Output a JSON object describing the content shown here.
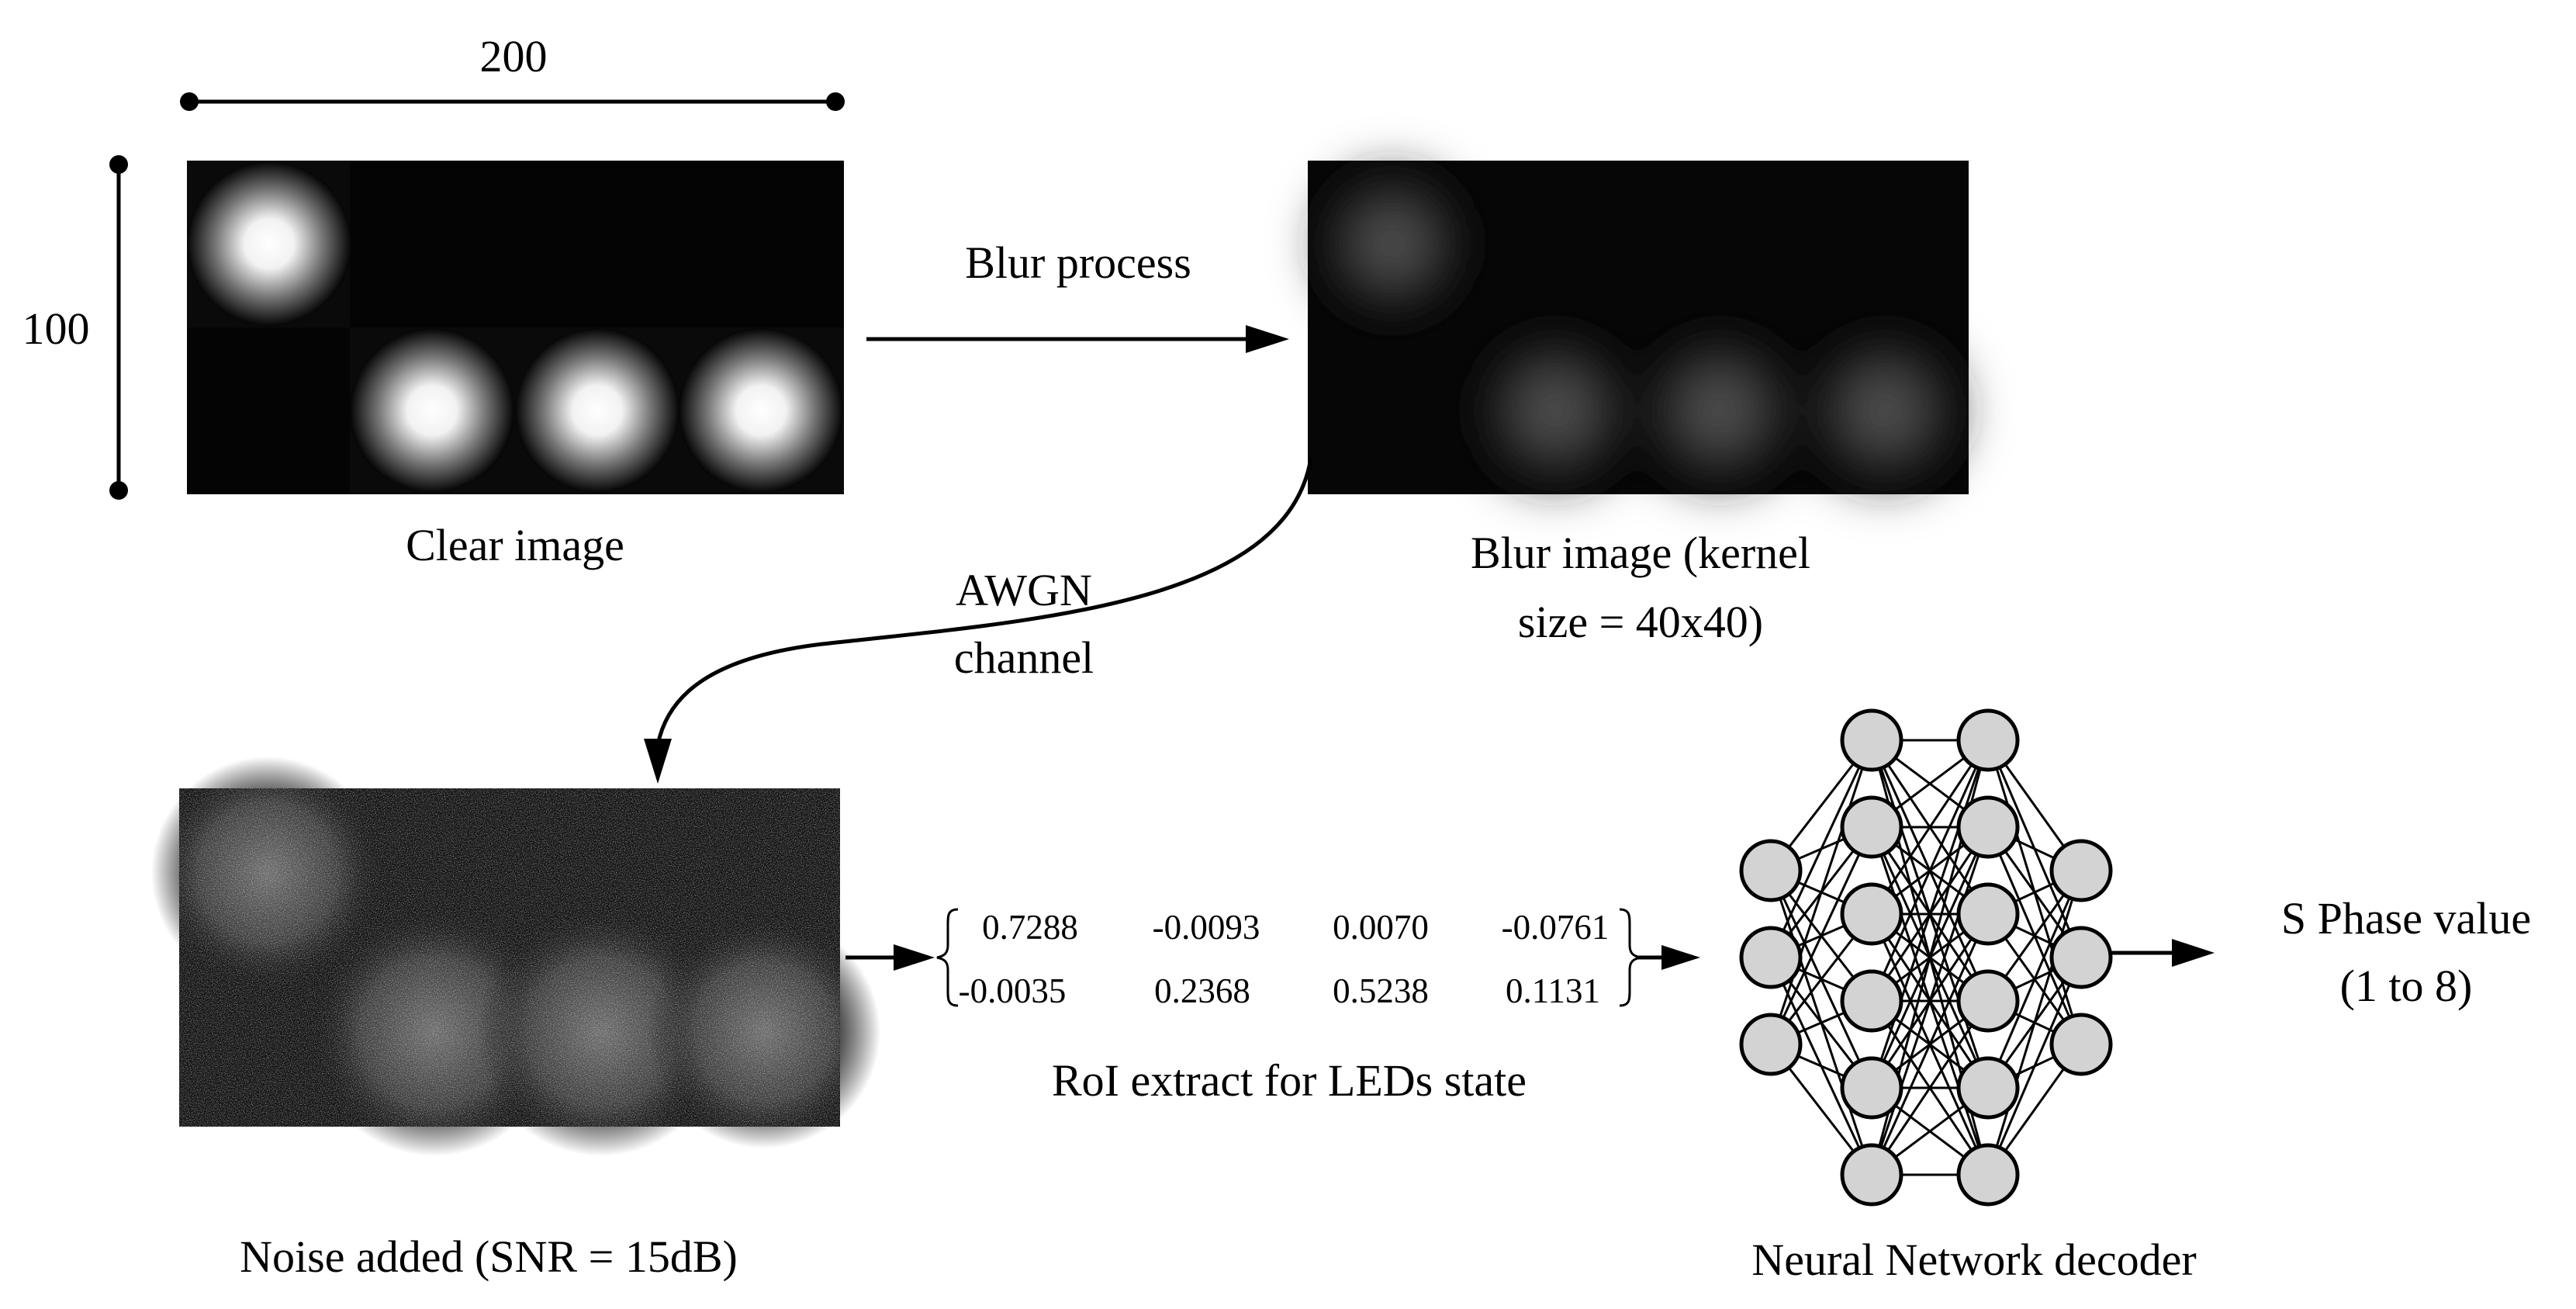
{
  "dimensions": {
    "width_label": "200",
    "height_label": "100"
  },
  "clear_image": {
    "caption": "Clear image"
  },
  "blur_step": {
    "label": "Blur process"
  },
  "blur_image": {
    "caption_line1": "Blur image (kernel",
    "caption_line2": "size = 40x40)"
  },
  "awgn_step": {
    "label_line1": "AWGN",
    "label_line2": "channel"
  },
  "noisy_image": {
    "caption": "Noise added (SNR = 15dB)"
  },
  "roi_matrix": {
    "caption": "RoI extract for LEDs state",
    "rows": [
      [
        "0.7288",
        "-0.0093",
        "0.0070",
        "-0.0761"
      ],
      [
        "-0.0035",
        "0.2368",
        "0.5238",
        "0.1131"
      ]
    ]
  },
  "decoder": {
    "caption": "Neural Network decoder",
    "layers": [
      3,
      6,
      6,
      3
    ]
  },
  "output": {
    "label_line1": "S Phase value",
    "label_line2": "(1 to 8)"
  },
  "colors": {
    "background": "#ffffff",
    "image_bg": "#050505",
    "node_fill": "#d3d3d3"
  }
}
